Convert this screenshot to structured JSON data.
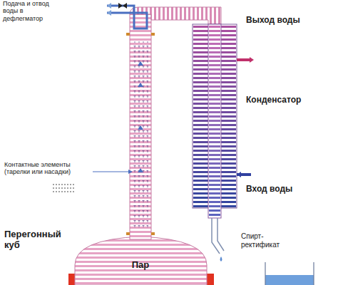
{
  "diagram": {
    "nodes": [
      {
        "text": [
          "Пар"
        ]
      }
    ],
    "labels": [
      "Подача и отвод воды в дефлегматор",
      "Выход воды",
      "Конденсатор",
      "Контактные элементы (тарелки или насадки)",
      "Вход воды",
      "Перегонный куб",
      "Спирт-ректификат"
    ]
  }
}
